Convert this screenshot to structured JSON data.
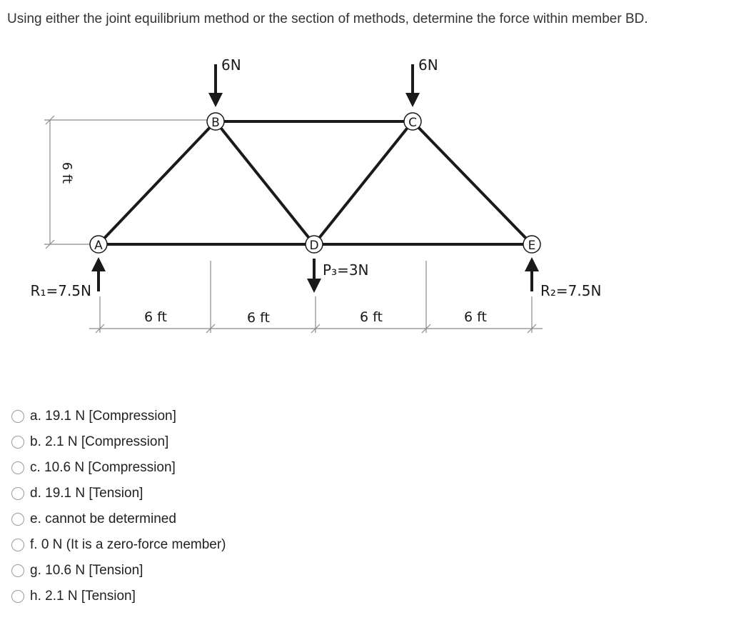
{
  "question": "Using either the joint equilibrium method or the section of methods, determine the force within member BD.",
  "diagram": {
    "joints": {
      "A": "A",
      "B": "B",
      "C": "C",
      "D": "D",
      "E": "E"
    },
    "loads": {
      "B": "6N",
      "C": "6N",
      "D": "P₃=3N"
    },
    "reactions": {
      "A": "R₁=7.5N",
      "E": "R₂=7.5N"
    },
    "height_dim": "6 ft",
    "spans": [
      "6 ft",
      "6 ft",
      "6 ft",
      "6 ft"
    ],
    "colors": {
      "member": "#1a1a1a",
      "dimension": "#8a8a8a"
    }
  },
  "options": [
    {
      "label": "a. 19.1 N [Compression]"
    },
    {
      "label": "b. 2.1 N [Compression]"
    },
    {
      "label": "c. 10.6 N [Compression]"
    },
    {
      "label": "d. 19.1 N [Tension]"
    },
    {
      "label": "e. cannot be determined"
    },
    {
      "label": "f.  0 N (It is a zero-force member)"
    },
    {
      "label": "g. 10.6 N [Tension]"
    },
    {
      "label": "h. 2.1 N [Tension]"
    }
  ]
}
